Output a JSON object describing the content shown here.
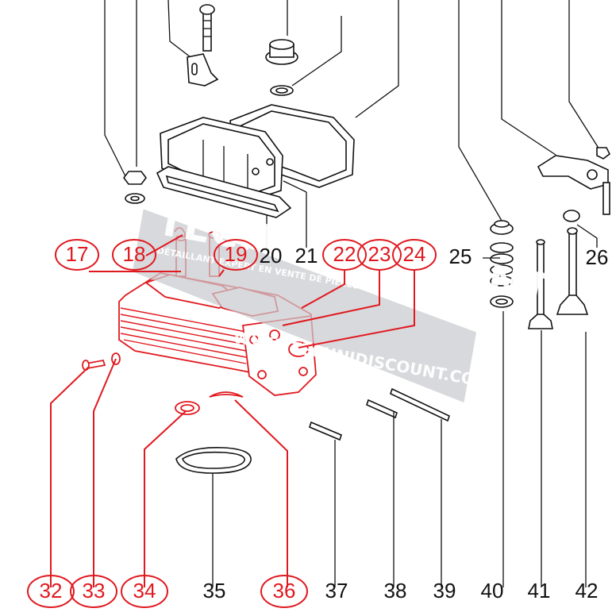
{
  "colors": {
    "callout_red": "#e0191f",
    "callout_black": "#111111",
    "watermark": "#c9cbcf"
  },
  "labels": {
    "l17": "17",
    "l18": "18",
    "l19": "19",
    "l20": "20",
    "l21": "21",
    "l22": "22",
    "l23": "23",
    "l24": "24",
    "l25": "25",
    "l26": "26",
    "l32": "32",
    "l33": "33",
    "l34": "34",
    "l35": "35",
    "l36": "36",
    "l37": "37",
    "l38": "38",
    "l39": "39",
    "l40": "40",
    "l41": "41",
    "l42": "42"
  },
  "watermark": {
    "brand": "TECHNIDISCOUNT",
    "tagline": "DÉTAILLANT EXPERT EN VENTE DE PIÈCES DE RECHANGE EN LIGNE",
    "url": "WWW.TECHNIDISCOUNT.COM"
  }
}
